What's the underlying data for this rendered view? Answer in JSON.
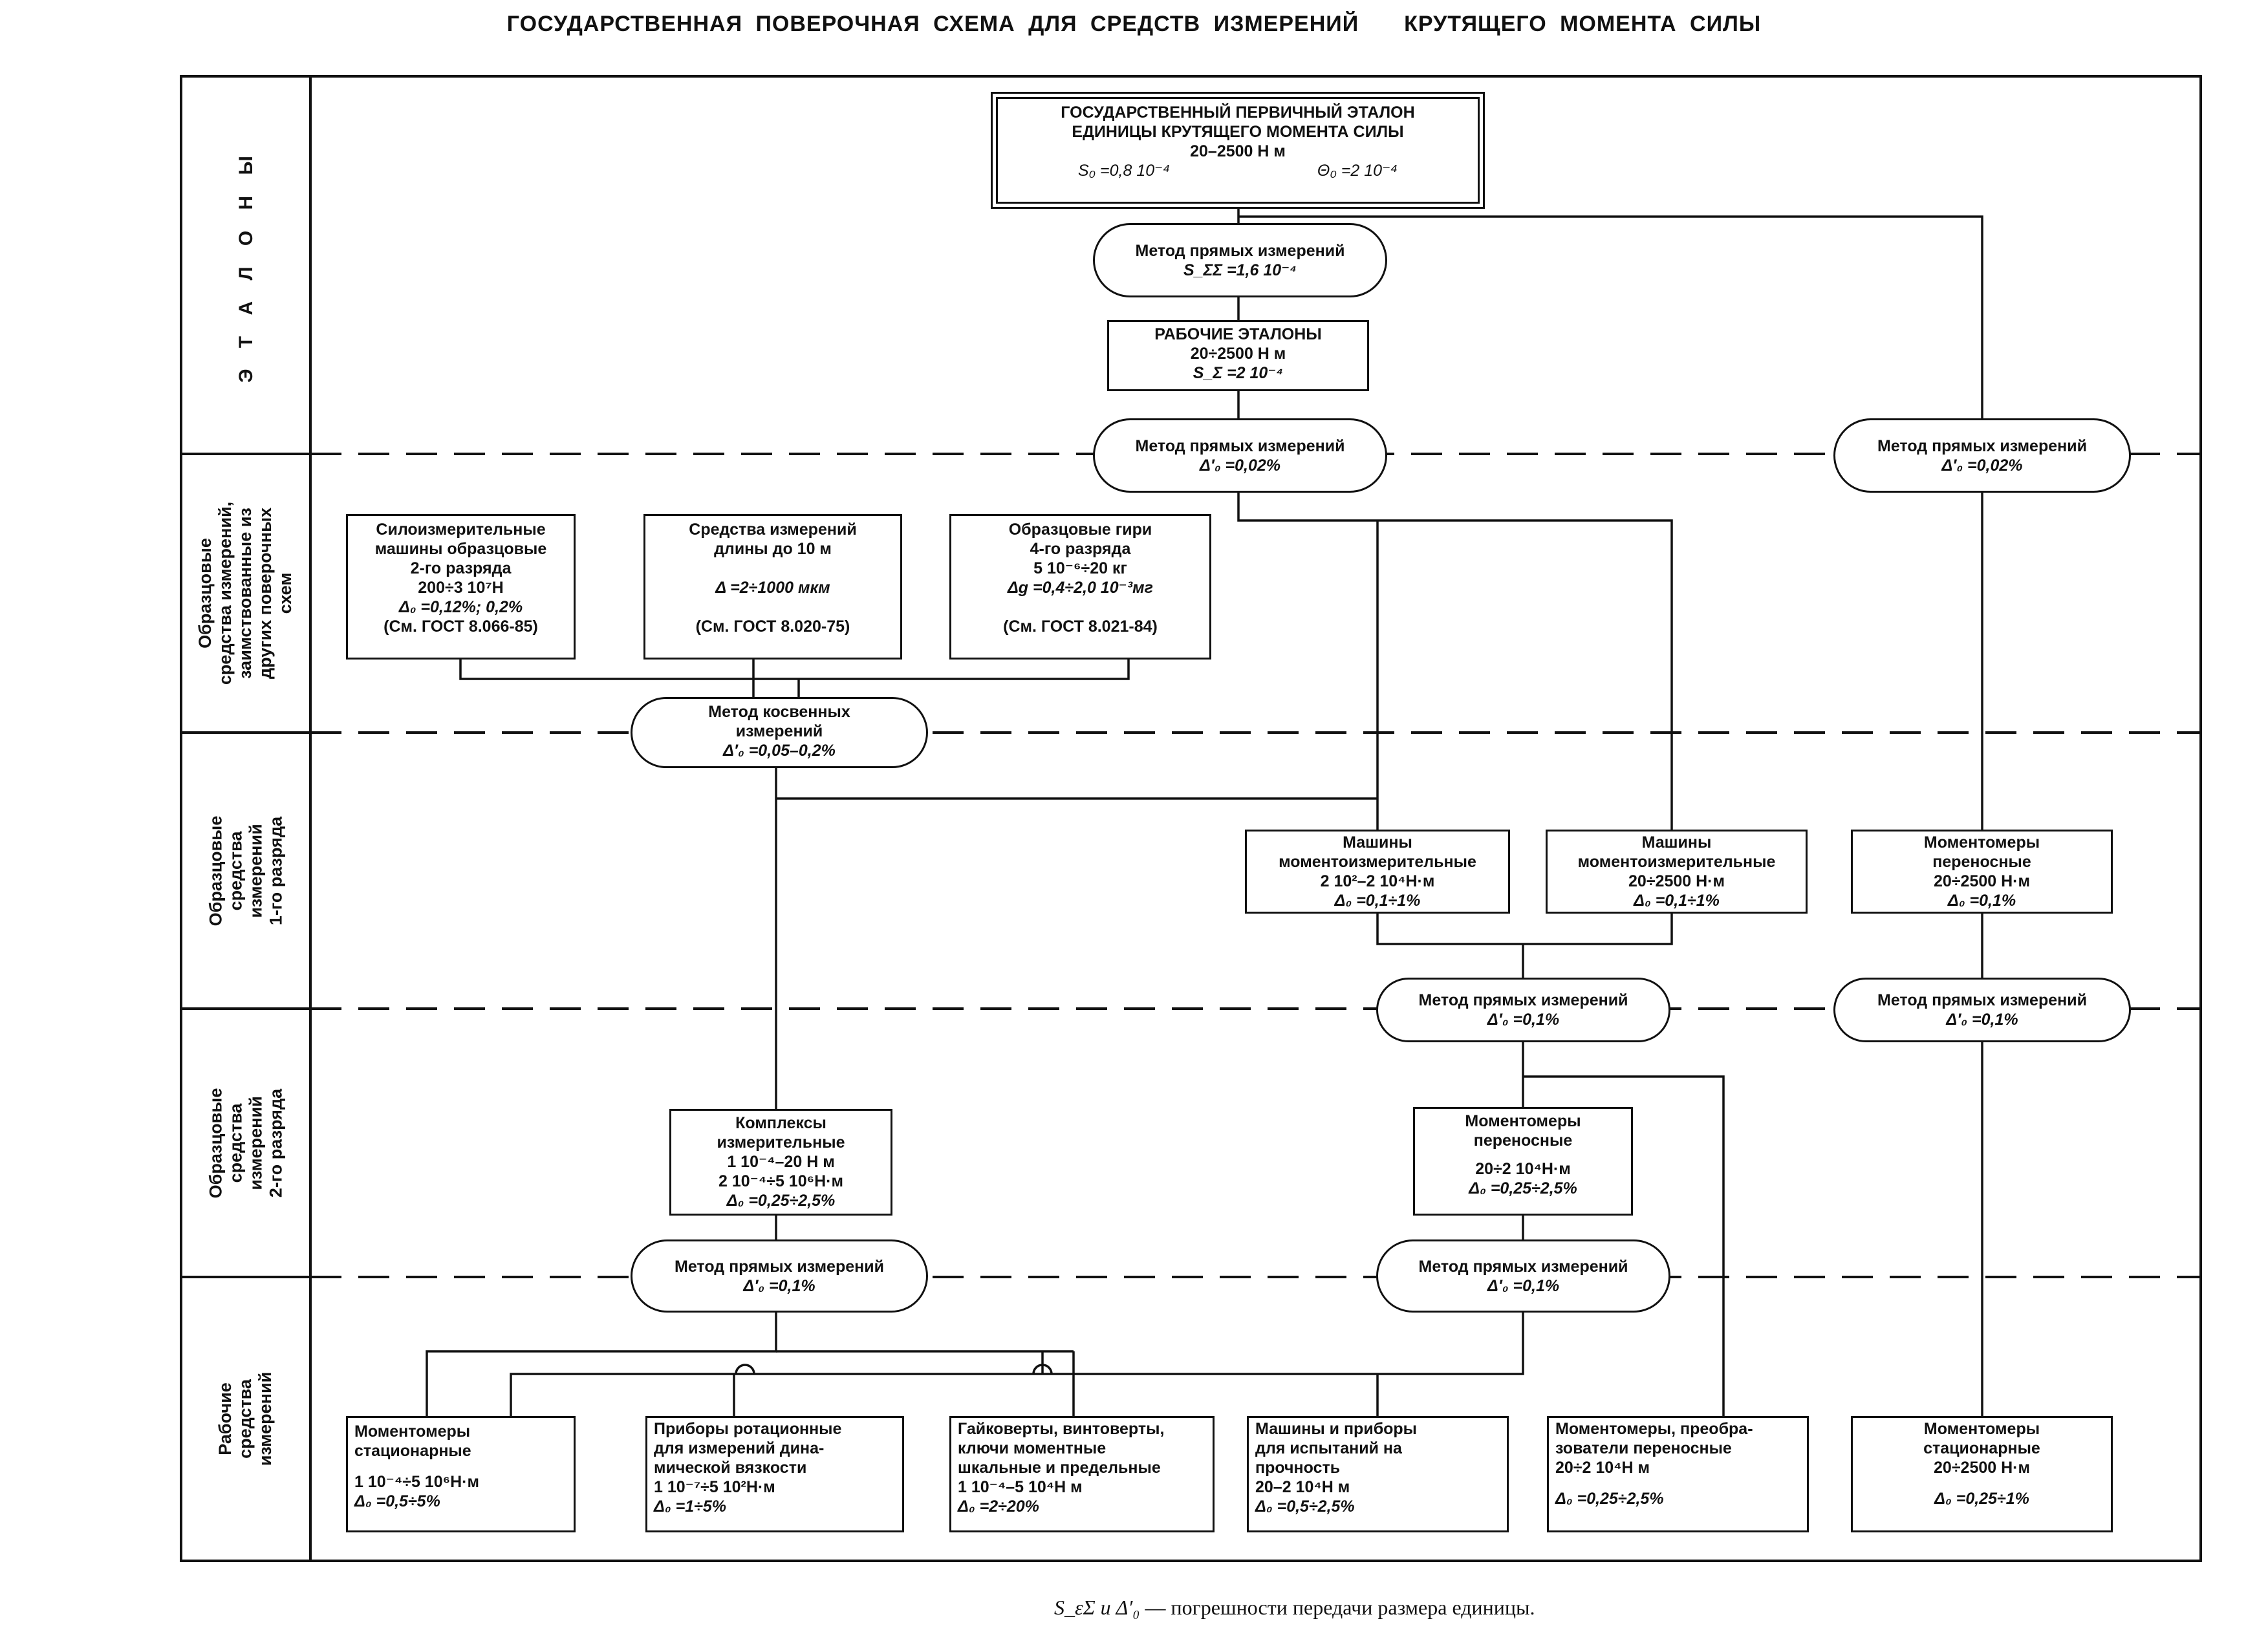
{
  "title": {
    "part1": "ГОСУДАРСТВЕННАЯ ПОВЕРОЧНАЯ СХЕМА ДЛЯ СРЕДСТВ ИЗМЕРЕНИЙ",
    "part2": "КРУТЯЩЕГО МОМЕНТА СИЛЫ"
  },
  "bands": {
    "etalony": "Э Т А Л О Н Ы",
    "borrowed": "Образцовые\nсредства измерений,\nзаимствованные из\nдругих поверочных\nсхем",
    "first_grade": "Образцовые\nсредства\nизмерений\n1-го разряда",
    "second_grade": "Образцовые\nсредства\nизмерений\n2-го разряда",
    "working": "Рабочие\nсредства\nизмерений"
  },
  "primary": {
    "line1": "ГОСУДАРСТВЕННЫЙ ПЕРВИЧНЫЙ ЭТАЛОН",
    "line2": "ЕДИНИЦЫ КРУТЯЩЕГО МОМЕНТА СИЛЫ",
    "line3": "20–2500 Н м",
    "s0": "S₀ =0,8  10⁻⁴",
    "theta0": "Θ₀ =2  10⁻⁴"
  },
  "method_top": {
    "label": "Метод прямых измерений",
    "value": "S_ΣΣ  =1,6  10⁻⁴"
  },
  "working_etalons": {
    "line1": "РАБОЧИЕ ЭТАЛОНЫ",
    "line2": "20÷2500 Н м",
    "line3": "S_Σ =2  10⁻⁴"
  },
  "method_direct_002_center": {
    "label": "Метод прямых измерений",
    "value": "Δ′₀ =0,02%"
  },
  "method_direct_002_right": {
    "label": "Метод прямых измерений",
    "value": "Δ′₀ =0,02%"
  },
  "borrowed_boxes": [
    {
      "lines": [
        "Силоизмерительные",
        "машины образцовые",
        "2-го разряда",
        "200÷3  10⁷Н",
        "Δ₀ =0,12%; 0,2%",
        "(См. ГОСТ 8.066-85)"
      ]
    },
    {
      "lines": [
        "Средства измерений",
        "длины до 10 м",
        "Δ =2÷1000 мкм",
        "(См. ГОСТ 8.020-75)"
      ]
    },
    {
      "lines": [
        "Образцовые гири",
        "4-го разряда",
        "5  10⁻⁶÷20 кг",
        "Δg =0,4÷2,0  10⁻³мг",
        "(См. ГОСТ 8.021-84)"
      ]
    }
  ],
  "method_indirect": {
    "label1": "Метод косвенных",
    "label2": "измерений",
    "value": "Δ′₀ =0,05–0,2%"
  },
  "first_grade_boxes": [
    {
      "lines": [
        "Машины",
        "моментоизмерительные",
        "2  10²–2  10⁴Н·м",
        "Δ₀ =0,1÷1%"
      ]
    },
    {
      "lines": [
        "Машины",
        "моментоизмерительные",
        "20÷2500 Н·м",
        "Δ₀ =0,1÷1%"
      ]
    },
    {
      "lines": [
        "Моментомеры",
        "переносные",
        "20÷2500 Н·м",
        "Δ₀ =0,1%"
      ]
    }
  ],
  "method_01_center": {
    "label": "Метод прямых измерений",
    "value": "Δ′₀ =0,1%"
  },
  "method_01_right": {
    "label": "Метод прямых измерений",
    "value": "Δ′₀ =0,1%"
  },
  "second_grade_boxes": [
    {
      "lines": [
        "Комплексы",
        "измерительные",
        "1  10⁻⁴–20 Н м",
        "2  10⁻⁴÷5  10⁶Н·м",
        "Δ₀ =0,25÷2,5%"
      ]
    },
    {
      "lines": [
        "Моментомеры",
        "переносные",
        "20÷2  10⁴Н·м",
        "Δ₀ =0,25÷2,5%"
      ]
    }
  ],
  "method_01_left_low": {
    "label": "Метод прямых измерений",
    "value": "Δ′₀ =0,1%"
  },
  "method_01_center_low": {
    "label": "Метод прямых измерений",
    "value": "Δ′₀ =0,1%"
  },
  "working_boxes": [
    {
      "lines": [
        "Моментомеры",
        "стационарные",
        "1  10⁻⁴÷5  10⁶Н·м",
        "Δ₀ =0,5÷5%"
      ]
    },
    {
      "lines": [
        "Приборы ротационные",
        "для измерений дина-",
        "мической вязкости",
        "1  10⁻⁷÷5  10²Н·м",
        "Δ₀ =1÷5%"
      ]
    },
    {
      "lines": [
        "Гайковерты, винтоверты,",
        "ключи моментные",
        "шкальные и предельные",
        "1  10⁻⁴–5  10⁴Н м",
        "Δ₀ =2÷20%"
      ]
    },
    {
      "lines": [
        "Машины и приборы",
        "для испытаний на",
        "прочность",
        "20–2  10⁴Н м",
        "Δ₀ =0,5÷2,5%"
      ]
    },
    {
      "lines": [
        "Моментомеры, преобра-",
        "зователи переносные",
        "20÷2  10⁴Н м",
        "Δ₀ =0,25÷2,5%"
      ]
    },
    {
      "lines": [
        "Моментомеры",
        "стационарные",
        "20÷2500 Н·м",
        "Δ₀ =0,25÷1%"
      ]
    }
  ],
  "footnote": {
    "symbols": "S_εΣ и Δ′₀",
    "text": "— погрешности передачи размера единицы."
  }
}
